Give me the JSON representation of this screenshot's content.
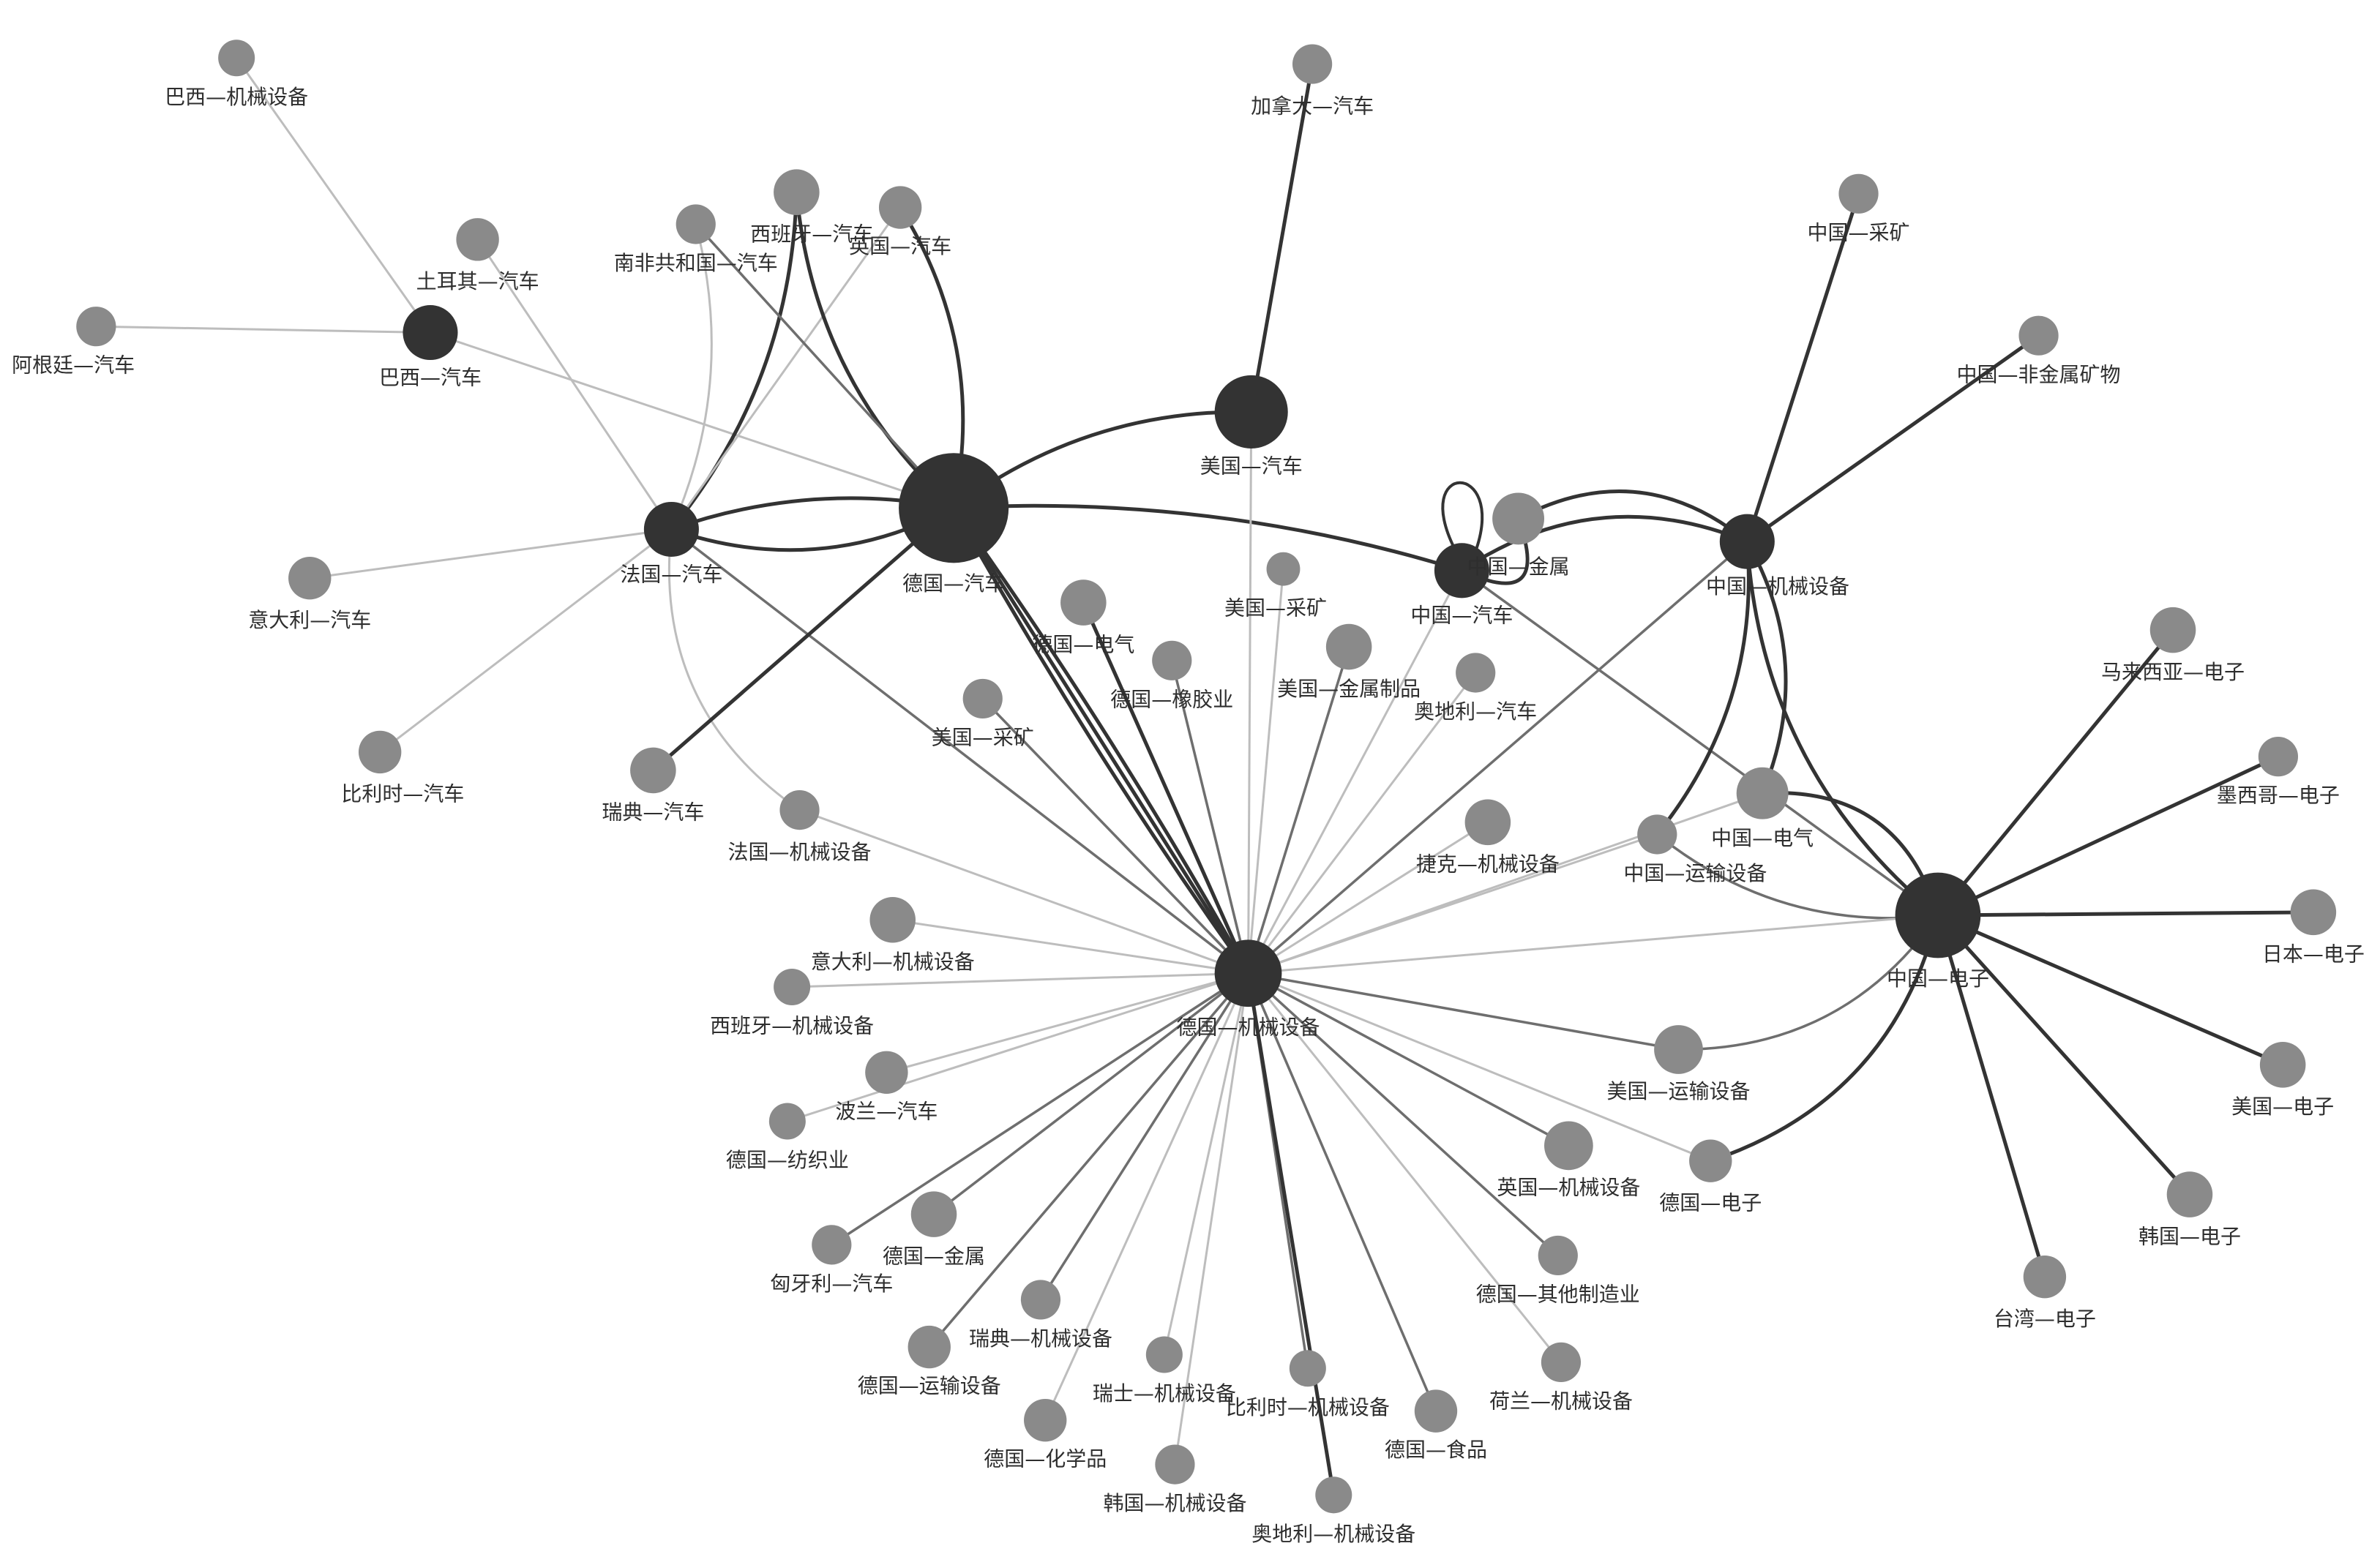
{
  "nodes": [
    {
      "id": "德国—汽车",
      "label": "德国—汽车",
      "tone": "dark"
    },
    {
      "id": "美国—汽车",
      "label": "美国—汽车",
      "tone": "dark"
    },
    {
      "id": "法国—汽车",
      "label": "法国—汽车",
      "tone": "dark"
    },
    {
      "id": "巴西—汽车",
      "label": "巴西—汽车",
      "tone": "dark"
    },
    {
      "id": "中国—汽车",
      "label": "中国—汽车",
      "tone": "dark"
    },
    {
      "id": "中国—机械设备",
      "label": "中国—机械设备",
      "tone": "dark"
    },
    {
      "id": "中国—电子",
      "label": "中国—电子",
      "tone": "dark"
    },
    {
      "id": "德国—机械设备",
      "label": "德国—机械设备",
      "tone": "dark"
    },
    {
      "id": "巴西—机械设备",
      "label": "巴西—机械设备",
      "tone": "light"
    },
    {
      "id": "加拿大—汽车",
      "label": "加拿大—汽车",
      "tone": "light"
    },
    {
      "id": "土耳其—汽车",
      "label": "土耳其—汽车",
      "tone": "light"
    },
    {
      "id": "阿根廷—汽车",
      "label": "阿根廷—汽车",
      "tone": "light"
    },
    {
      "id": "西班牙—汽车",
      "label": "西班牙—汽车",
      "tone": "light"
    },
    {
      "id": "南非共和国—汽车",
      "label": "南非共和国—汽车",
      "tone": "light"
    },
    {
      "id": "英国—汽车",
      "label": "英国—汽车",
      "tone": "light"
    },
    {
      "id": "意大利—汽车",
      "label": "意大利—汽车",
      "tone": "light"
    },
    {
      "id": "比利时—汽车",
      "label": "比利时—汽车",
      "tone": "light"
    },
    {
      "id": "瑞典—汽车",
      "label": "瑞典—汽车",
      "tone": "light"
    },
    {
      "id": "法国—机械设备",
      "label": "法国—机械设备",
      "tone": "light"
    },
    {
      "id": "德国—电气",
      "label": "德国—电气",
      "tone": "light"
    },
    {
      "id": "德国—橡胶业",
      "label": "德国—橡胶业",
      "tone": "light"
    },
    {
      "id": "美国—采矿",
      "label": "美国—采矿",
      "tone": "light"
    },
    {
      "id": "美国—采矿2",
      "label": "美国—采矿",
      "tone": "light"
    },
    {
      "id": "美国—金属制品",
      "label": "美国—金属制品",
      "tone": "light"
    },
    {
      "id": "奥地利—汽车",
      "label": "奥地利—汽车",
      "tone": "light"
    },
    {
      "id": "中国—金属",
      "label": "中国—金属",
      "tone": "light"
    },
    {
      "id": "中国—采矿",
      "label": "中国—采矿",
      "tone": "light"
    },
    {
      "id": "中国—非金属矿物",
      "label": "中国—非金属矿物",
      "tone": "light"
    },
    {
      "id": "马来西亚—电子",
      "label": "马来西亚—电子",
      "tone": "light"
    },
    {
      "id": "墨西哥—电子",
      "label": "墨西哥—电子",
      "tone": "light"
    },
    {
      "id": "日本—电子",
      "label": "日本—电子",
      "tone": "light"
    },
    {
      "id": "美国—电子",
      "label": "美国—电子",
      "tone": "light"
    },
    {
      "id": "韩国—电子",
      "label": "韩国—电子",
      "tone": "light"
    },
    {
      "id": "台湾—电子",
      "label": "台湾—电子",
      "tone": "light"
    },
    {
      "id": "中国—电气",
      "label": "中国—电气",
      "tone": "light"
    },
    {
      "id": "中国—运输设备",
      "label": "中国—运输设备",
      "tone": "light"
    },
    {
      "id": "捷克—机械设备",
      "label": "捷克—机械设备",
      "tone": "light"
    },
    {
      "id": "美国—运输设备",
      "label": "美国—运输设备",
      "tone": "light"
    },
    {
      "id": "英国—机械设备",
      "label": "英国—机械设备",
      "tone": "light"
    },
    {
      "id": "德国—电子",
      "label": "德国—电子",
      "tone": "light"
    },
    {
      "id": "意大利—机械设备",
      "label": "意大利—机械设备",
      "tone": "light"
    },
    {
      "id": "西班牙—机械设备",
      "label": "西班牙—机械设备",
      "tone": "light"
    },
    {
      "id": "波兰—汽车",
      "label": "波兰—汽车",
      "tone": "light"
    },
    {
      "id": "德国—纺织业",
      "label": "德国—纺织业",
      "tone": "light"
    },
    {
      "id": "匈牙利—汽车",
      "label": "匈牙利—汽车",
      "tone": "light"
    },
    {
      "id": "德国—金属",
      "label": "德国—金属",
      "tone": "light"
    },
    {
      "id": "瑞典—机械设备",
      "label": "瑞典—机械设备",
      "tone": "light"
    },
    {
      "id": "德国—运输设备",
      "label": "德国—运输设备",
      "tone": "light"
    },
    {
      "id": "瑞士—机械设备",
      "label": "瑞士—机械设备",
      "tone": "light"
    },
    {
      "id": "比利时—机械设备",
      "label": "比利时—机械设备",
      "tone": "light"
    },
    {
      "id": "德国—化学品",
      "label": "德国—化学品",
      "tone": "light"
    },
    {
      "id": "韩国—机械设备",
      "label": "韩国—机械设备",
      "tone": "light"
    },
    {
      "id": "奥地利—机械设备",
      "label": "奥地利—机械设备",
      "tone": "light"
    },
    {
      "id": "德国—食品",
      "label": "德国—食品",
      "tone": "light"
    },
    {
      "id": "荷兰—机械设备",
      "label": "荷兰—机械设备",
      "tone": "light"
    },
    {
      "id": "德国—其他制造业",
      "label": "德国—其他制造业",
      "tone": "light"
    }
  ],
  "edges": [
    [
      "巴西—汽车",
      "巴西—机械设备",
      "light"
    ],
    [
      "巴西—汽车",
      "阿根廷—汽车",
      "light"
    ],
    [
      "巴西—汽车",
      "德国—汽车",
      "light"
    ],
    [
      "土耳其—汽车",
      "法国—汽车",
      "light"
    ],
    [
      "法国—汽车",
      "意大利—汽车",
      "light"
    ],
    [
      "法国—汽车",
      "比利时—汽车",
      "light"
    ],
    [
      "法国—汽车",
      "德国—汽车",
      "dark"
    ],
    [
      "法国—汽车",
      "德国—汽车",
      "dark"
    ],
    [
      "法国—汽车",
      "西班牙—汽车",
      "dark"
    ],
    [
      "法国—汽车",
      "南非共和国—汽车",
      "light"
    ],
    [
      "法国—汽车",
      "英国—汽车",
      "light"
    ],
    [
      "法国—汽车",
      "德国—机械设备",
      "mid"
    ],
    [
      "法国—汽车",
      "法国—机械设备",
      "light"
    ],
    [
      "德国—汽车",
      "西班牙—汽车",
      "dark"
    ],
    [
      "德国—汽车",
      "英国—汽车",
      "dark"
    ],
    [
      "德国—汽车",
      "南非共和国—汽车",
      "mid"
    ],
    [
      "德国—汽车",
      "美国—汽车",
      "dark"
    ],
    [
      "德国—汽车",
      "中国—汽车",
      "dark"
    ],
    [
      "德国—汽车",
      "瑞典—汽车",
      "dark"
    ],
    [
      "德国—汽车",
      "德国—机械设备",
      "dark"
    ],
    [
      "德国—汽车",
      "德国—机械设备",
      "dark"
    ],
    [
      "德国—汽车",
      "德国—机械设备",
      "dark"
    ],
    [
      "美国—汽车",
      "加拿大—汽车",
      "dark"
    ],
    [
      "美国—汽车",
      "德国—机械设备",
      "light"
    ],
    [
      "中国—汽车",
      "中国—金属",
      "dark"
    ],
    [
      "中国—汽车",
      "中国—机械设备",
      "dark"
    ],
    [
      "中国—汽车",
      "德国—机械设备",
      "light"
    ],
    [
      "中国—汽车",
      "中国—电子",
      "mid"
    ],
    [
      "中国—金属",
      "中国—机械设备",
      "dark"
    ],
    [
      "中国—机械设备",
      "中国—采矿",
      "dark"
    ],
    [
      "中国—机械设备",
      "中国—非金属矿物",
      "dark"
    ],
    [
      "中国—机械设备",
      "中国—电气",
      "dark"
    ],
    [
      "中国—机械设备",
      "中国—运输设备",
      "dark"
    ],
    [
      "中国—机械设备",
      "中国—电子",
      "dark"
    ],
    [
      "中国—机械设备",
      "德国—机械设备",
      "mid"
    ],
    [
      "中国—电子",
      "马来西亚—电子",
      "dark"
    ],
    [
      "中国—电子",
      "墨西哥—电子",
      "dark"
    ],
    [
      "中国—电子",
      "日本—电子",
      "dark"
    ],
    [
      "中国—电子",
      "美国—电子",
      "dark"
    ],
    [
      "中国—电子",
      "韩国—电子",
      "dark"
    ],
    [
      "中国—电子",
      "台湾—电子",
      "dark"
    ],
    [
      "中国—电子",
      "中国—电气",
      "dark"
    ],
    [
      "中国—电子",
      "中国—运输设备",
      "mid"
    ],
    [
      "中国—电子",
      "德国—机械设备",
      "light"
    ],
    [
      "中国—电子",
      "美国—运输设备",
      "mid"
    ],
    [
      "中国—电子",
      "德国—电子",
      "dark"
    ],
    [
      "德国—机械设备",
      "德国—电气",
      "dark"
    ],
    [
      "德国—机械设备",
      "德国—橡胶业",
      "mid"
    ],
    [
      "德国—机械设备",
      "美国—采矿",
      "mid"
    ],
    [
      "德国—机械设备",
      "美国—采矿2",
      "light"
    ],
    [
      "德国—机械设备",
      "美国—金属制品",
      "mid"
    ],
    [
      "德国—机械设备",
      "奥地利—汽车",
      "light"
    ],
    [
      "德国—机械设备",
      "捷克—机械设备",
      "light"
    ],
    [
      "德国—机械设备",
      "中国—运输设备",
      "light"
    ],
    [
      "德国—机械设备",
      "中国—电气",
      "light"
    ],
    [
      "德国—机械设备",
      "美国—运输设备",
      "mid"
    ],
    [
      "德国—机械设备",
      "英国—机械设备",
      "mid"
    ],
    [
      "德国—机械设备",
      "德国—电子",
      "light"
    ],
    [
      "德国—机械设备",
      "意大利—机械设备",
      "light"
    ],
    [
      "德国—机械设备",
      "西班牙—机械设备",
      "light"
    ],
    [
      "德国—机械设备",
      "波兰—汽车",
      "light"
    ],
    [
      "德国—机械设备",
      "德国—纺织业",
      "light"
    ],
    [
      "德国—机械设备",
      "匈牙利—汽车",
      "mid"
    ],
    [
      "德国—机械设备",
      "德国—金属",
      "mid"
    ],
    [
      "德国—机械设备",
      "瑞典—机械设备",
      "mid"
    ],
    [
      "德国—机械设备",
      "德国—运输设备",
      "mid"
    ],
    [
      "德国—机械设备",
      "瑞士—机械设备",
      "light"
    ],
    [
      "德国—机械设备",
      "比利时—机械设备",
      "mid"
    ],
    [
      "德国—机械设备",
      "德国—化学品",
      "light"
    ],
    [
      "德国—机械设备",
      "韩国—机械设备",
      "light"
    ],
    [
      "德国—机械设备",
      "奥地利—机械设备",
      "dark"
    ],
    [
      "德国—机械设备",
      "德国—食品",
      "mid"
    ],
    [
      "德国—机械设备",
      "荷兰—机械设备",
      "light"
    ],
    [
      "德国—机械设备",
      "德国—其他制造业",
      "mid"
    ],
    [
      "德国—机械设备",
      "法国—机械设备",
      "light"
    ]
  ],
  "colors": {
    "dark_node": "#333333",
    "light_node": "#8a8a8a",
    "dark_edge": "#333333",
    "mid_edge": "#6e6e6e",
    "light_edge": "#bdbdbd"
  }
}
